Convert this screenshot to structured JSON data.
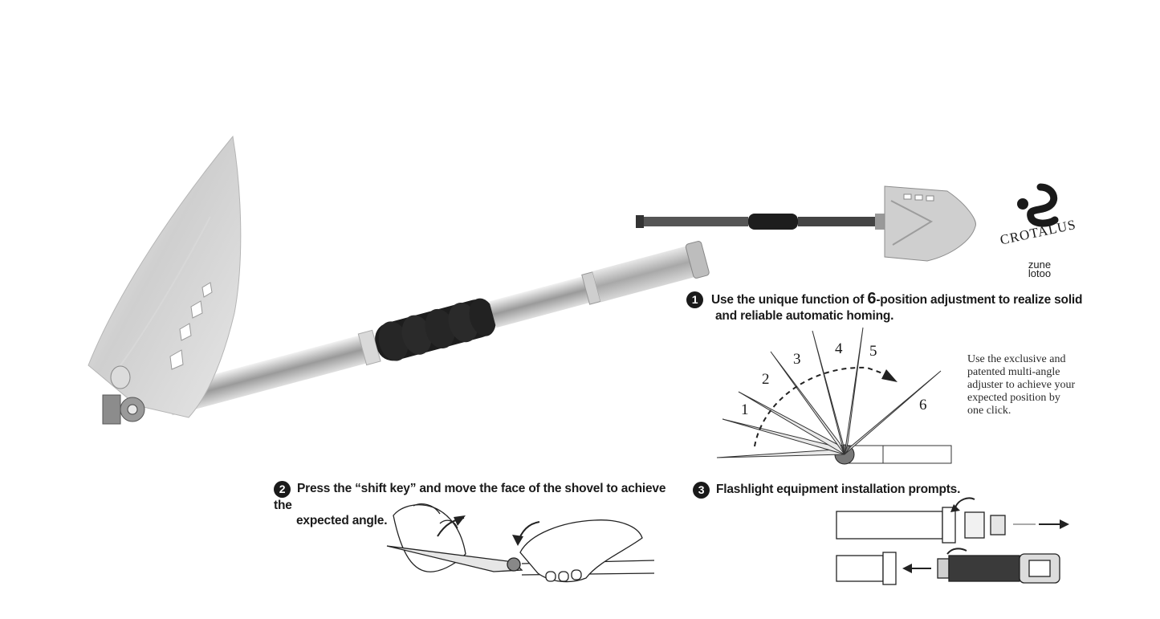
{
  "brand": {
    "name": "CROTALUS",
    "sub_line1": "zune",
    "sub_line2": "lotoo"
  },
  "steps": [
    {
      "number": "1",
      "text_before": "Use the unique function of ",
      "highlight": "6",
      "text_after": "-position adjustment to realize solid",
      "text_line2": "and reliable automatic homing."
    },
    {
      "number": "2",
      "text_line1": "Press the “shift key” and move the face of the shovel to achieve the",
      "text_line2": "expected angle."
    },
    {
      "number": "3",
      "text_line1": "Flashlight equipment installation prompts."
    }
  ],
  "adjuster_note": {
    "line1": "Use the exclusive and",
    "line2": "patented multi-angle",
    "line3": "adjuster to achieve your",
    "line4": "expected position by",
    "line5": "one click."
  },
  "angle_positions": [
    "1",
    "2",
    "3",
    "4",
    "5",
    "6"
  ],
  "colors": {
    "text": "#1a1a1a",
    "steel": "#c8c8c8",
    "foam": "#1c1c1c",
    "background": "#ffffff"
  }
}
